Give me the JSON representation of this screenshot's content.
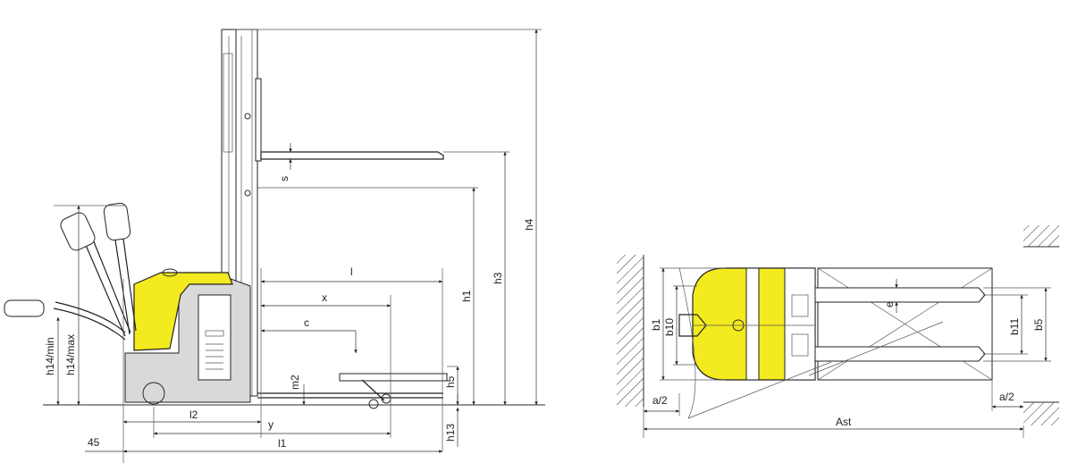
{
  "labels": {
    "h4": "h4",
    "h3": "h3",
    "h1": "h1",
    "s": "s",
    "l": "l",
    "x": "x",
    "c": "c",
    "m2": "m2",
    "h5": "h5",
    "h13": "h13",
    "h14min": "h14/min",
    "h14max": "h14/max",
    "l2": "l2",
    "y": "y",
    "l1": "l1",
    "d45": "45",
    "b1": "b1",
    "b10": "b10",
    "e": "e",
    "b11": "b11",
    "b5": "b5",
    "a2_left": "a/2",
    "a2_right": "a/2",
    "ast": "Ast"
  },
  "colors": {
    "body_yellow": "#f3ea1f",
    "line": "#2b2b2b"
  }
}
